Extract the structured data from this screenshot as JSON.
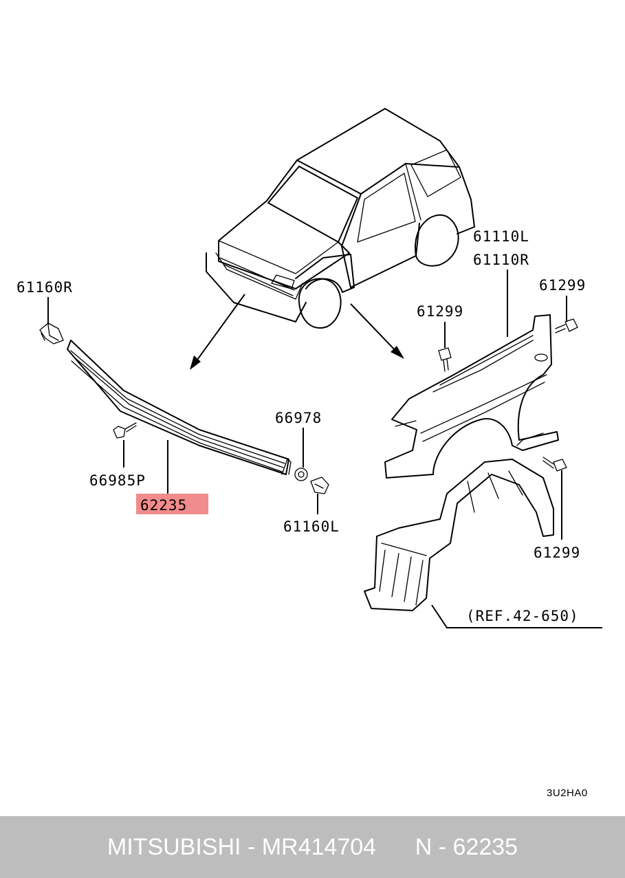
{
  "labels": {
    "fender_left": "61110L",
    "fender_right": "61110R",
    "bracket_right": "61160R",
    "bolt_upper_right": "61299",
    "bolt_upper_mid": "61299",
    "bolt_lower_right": "61299",
    "grommet": "66978",
    "clip": "66985P",
    "highlighted_part": "62235",
    "bracket_left": "61160L",
    "reference": "(REF.42-650)",
    "diagram_code": "3U2HA0"
  },
  "highlight_color": "#f28b8b",
  "footer": {
    "brand": "MITSUBISHI",
    "part_number": "MR414704",
    "separator": "-",
    "position_prefix": "N",
    "position_number": "62235"
  }
}
